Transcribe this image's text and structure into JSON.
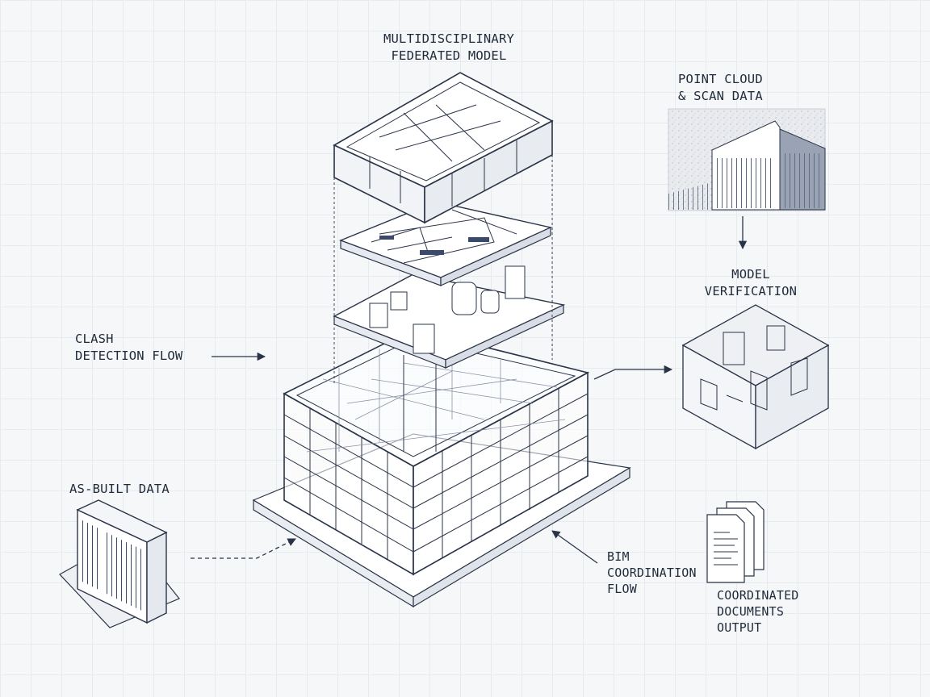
{
  "labels": {
    "federated_model": [
      "MULTIDISCIPLINARY",
      "FEDERATED MODEL"
    ],
    "point_cloud": [
      "POINT CLOUD",
      "& SCAN DATA"
    ],
    "model_verification": [
      "MODEL",
      "VERIFICATION"
    ],
    "clash_detection": [
      "CLASH",
      "DETECTION FLOW"
    ],
    "as_built": [
      "AS-BUILT DATA"
    ],
    "bim_coordination": [
      "BIM",
      "COORDINATION",
      "FLOW"
    ],
    "coordinated_documents": [
      "COORDINATED",
      "DOCUMENTS",
      "OUTPUT"
    ]
  },
  "colors": {
    "ink": "#2a3448",
    "ink_light": "#8a93a6",
    "ink_dark": "#3a4a6b",
    "background": "#f6f7f9",
    "grid": "#e7eaef"
  }
}
